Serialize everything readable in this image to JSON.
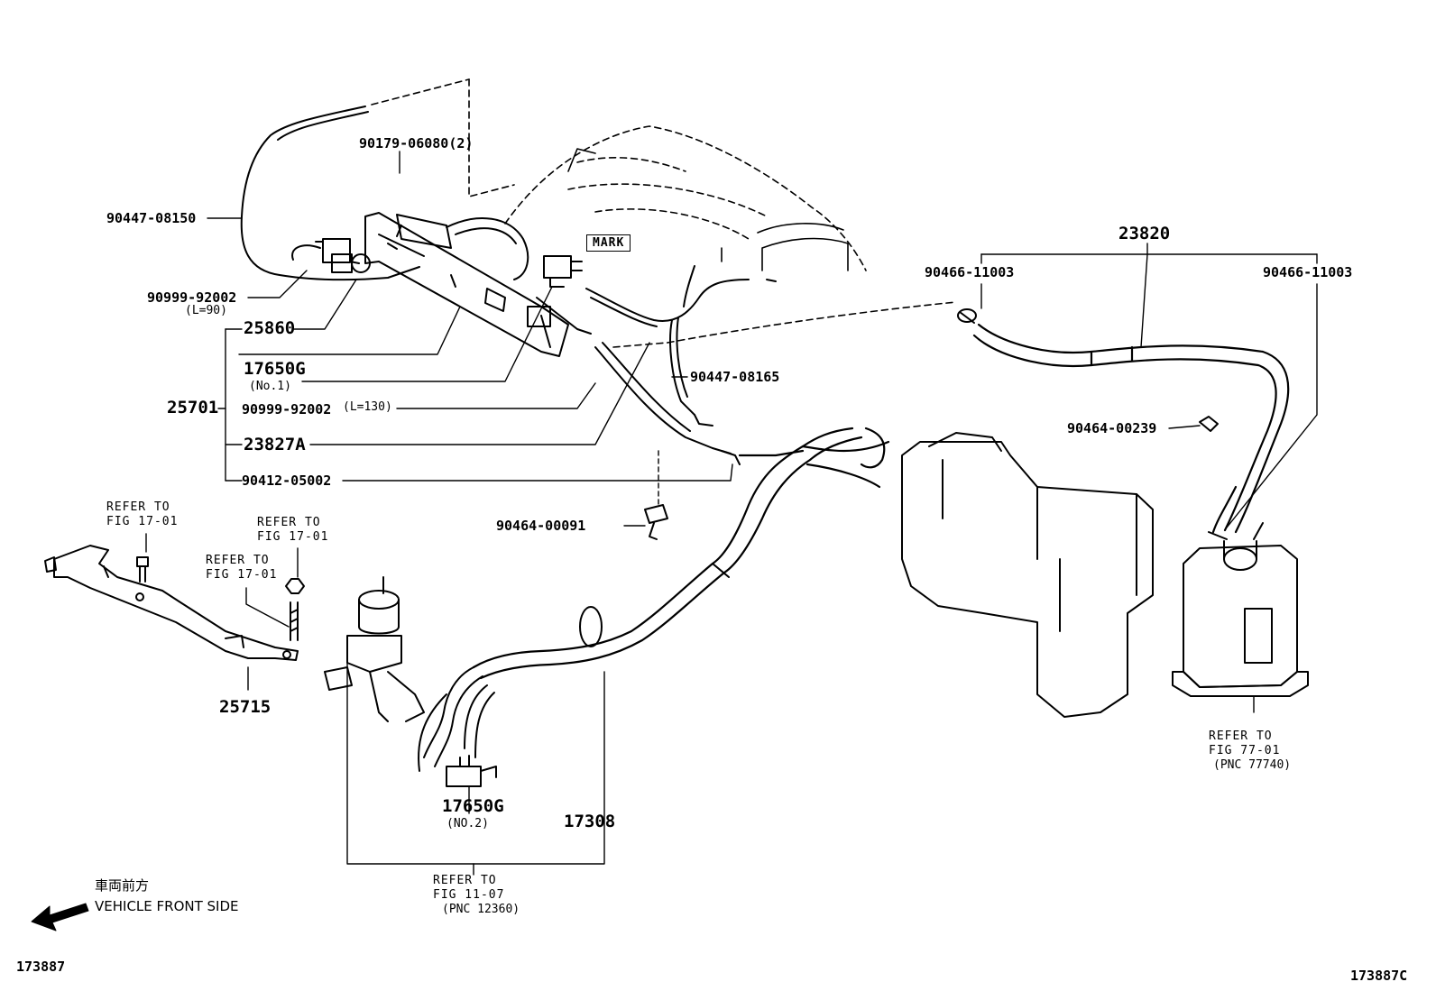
{
  "labels": {
    "p90179": "90179-06080(2)",
    "p90447a": "90447-08150",
    "p90999a": "90999-92002",
    "p90999a_len": "(L=90)",
    "p25860": "25860",
    "p17650g1": "17650G",
    "p17650g1_sub": "(No.1)",
    "p25701": "25701",
    "p90999b": "90999-92002",
    "p90999b_len": "(L=130)",
    "p23827a": "23827A",
    "p90412": "90412-05002",
    "mark": "MARK",
    "p90447b": "90447-08165",
    "p23820": "23820",
    "p90466a": "90466-11003",
    "p90466b": "90466-11003",
    "p90464a": "90464-00239",
    "p90464b": "90464-00091",
    "p25715": "25715",
    "p17650g2": "17650G",
    "p17650g2_sub": "(NO.2)",
    "p17308": "17308",
    "ref1_a": "REFER TO",
    "ref1_b": "FIG 17-01",
    "ref2_a": "REFER TO",
    "ref2_b": "FIG 17-01",
    "ref3_a": "REFER TO",
    "ref3_b": "FIG 17-01",
    "ref4_a": "REFER TO",
    "ref4_b": "FIG 11-07",
    "ref4_c": "(PNC 12360)",
    "ref5_a": "REFER TO",
    "ref5_b": "FIG 77-01",
    "ref5_c": "(PNC 77740)",
    "front_jp": "車両前方",
    "front_en": "VEHICLE FRONT SIDE",
    "code_left": "173887",
    "code_right": "173887C"
  },
  "icons": {
    "front_arrow": "arrow-left-icon"
  }
}
